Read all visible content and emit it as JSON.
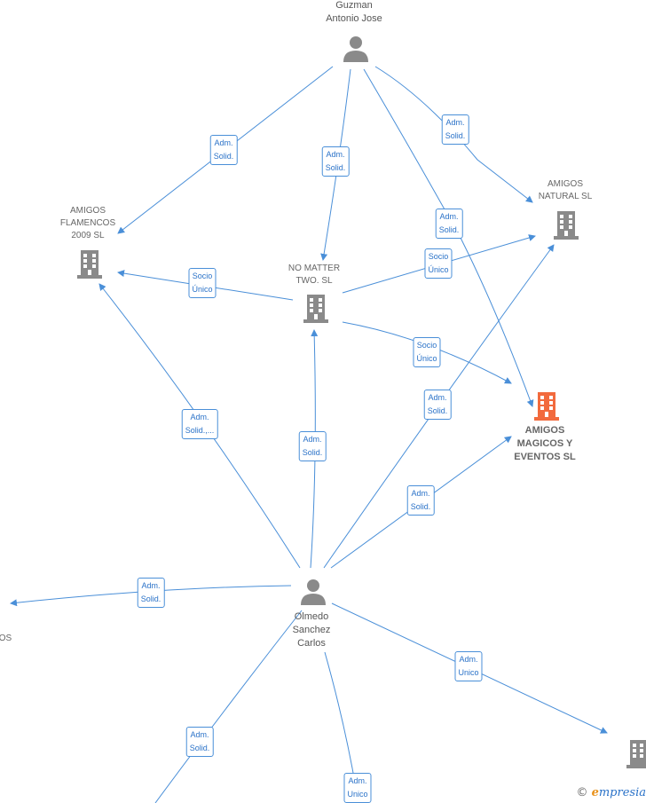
{
  "nodes": {
    "guzman": "Guzman\nAntonio Jose",
    "olmedo": "Olmedo\nSanchez\nCarlos",
    "flamencos": "AMIGOS\nFLAMENCOS\n2009  SL",
    "natural": "AMIGOS\nNATURAL  SL",
    "nomatter": "NO MATTER\nTWO.  SL",
    "magicos": "AMIGOS\nMAGICOS Y\nEVENTOS  SL",
    "left_partial": "OS"
  },
  "edges": {
    "g_flam": "Adm.\nSolid.",
    "g_nm": "Adm.\nSolid.",
    "g_nat": "Adm.\nSolid.",
    "g_mag": "Adm.\nSolid.",
    "nm_flam": "Socio\nÚnico",
    "nm_nat": "Socio\nÚnico",
    "nm_mag": "Socio\nÚnico",
    "o_flam": "Adm.\nSolid.,...",
    "o_nm": "Adm.\nSolid.",
    "o_nat": "Adm.\nSolid.",
    "o_mag": "Adm.\nSolid.",
    "o_left": "Adm.\nSolid.",
    "o_right": "Adm.\nUnico",
    "o_bl": "Adm.\nSolid.",
    "o_bottom": "Adm.\nUnico"
  },
  "colors": {
    "edge": "#4a8fd8",
    "company_icon": "#8a8a8a",
    "focus_company_icon": "#f26a3d",
    "person_icon": "#8a8a8a"
  },
  "brand": {
    "copyright": "©",
    "initial": "e",
    "rest": "mpresia"
  }
}
